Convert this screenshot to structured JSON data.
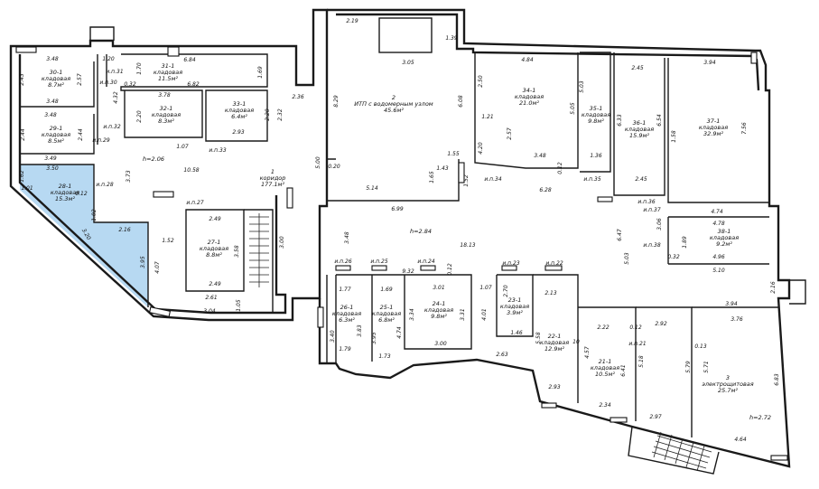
{
  "colors": {
    "highlight": "#b7d9f2",
    "wall": "#1a1a1a"
  },
  "rooms": [
    {
      "id": "30-1",
      "lines": [
        "30-1",
        "кладовая",
        "8.7м²"
      ]
    },
    {
      "id": "29-1",
      "lines": [
        "29-1",
        "кладовая",
        "8.5м²"
      ]
    },
    {
      "id": "28-1",
      "lines": [
        "28-1",
        "кладовая",
        "15.3м²"
      ]
    },
    {
      "id": "31-1",
      "lines": [
        "31-1",
        "кладовая",
        "11.5м²"
      ]
    },
    {
      "id": "32-1",
      "lines": [
        "32-1",
        "кладовая",
        "8.3м²"
      ]
    },
    {
      "id": "33-1",
      "lines": [
        "33-1",
        "кладовая",
        "6.4м²"
      ]
    },
    {
      "id": "2",
      "lines": [
        "2",
        "ИТП с водомерным узлом",
        "45.6м²"
      ]
    },
    {
      "id": "1",
      "lines": [
        "1",
        "коридор",
        "177.1м²"
      ]
    },
    {
      "id": "27-1",
      "lines": [
        "27-1",
        "кладовая",
        "8.8м²"
      ]
    },
    {
      "id": "34-1",
      "lines": [
        "34-1",
        "кладовая",
        "21.0м²"
      ]
    },
    {
      "id": "35-1",
      "lines": [
        "35-1",
        "кладовая",
        "9.8м²"
      ]
    },
    {
      "id": "36-1",
      "lines": [
        "36-1",
        "кладовая",
        "15.9м²"
      ]
    },
    {
      "id": "37-1",
      "lines": [
        "37-1",
        "кладовая",
        "32.9м²"
      ]
    },
    {
      "id": "38-1",
      "lines": [
        "38-1",
        "кладовая",
        "9.2м²"
      ]
    },
    {
      "id": "26-1",
      "lines": [
        "26-1",
        "кладовая",
        "6.3м²"
      ]
    },
    {
      "id": "25-1",
      "lines": [
        "25-1",
        "кладовая",
        "6.8м²"
      ]
    },
    {
      "id": "24-1",
      "lines": [
        "24-1",
        "кладовая",
        "9.8м²"
      ]
    },
    {
      "id": "23-1",
      "lines": [
        "23-1",
        "кладовая",
        "3.9м²"
      ]
    },
    {
      "id": "22-1",
      "lines": [
        "22-1",
        "кладовая",
        "12.9м²"
      ]
    },
    {
      "id": "21-1",
      "lines": [
        "21-1",
        "кладовая",
        "10.5м²"
      ]
    },
    {
      "id": "3",
      "lines": [
        "3",
        "электрощитовая",
        "25.7м²"
      ]
    }
  ],
  "installations": [
    "и.п.31",
    "и.п.30",
    "и.п.32",
    "и.п.29",
    "и.п.28",
    "и.п.33",
    "и.п.27",
    "и.п.26",
    "и.п.25",
    "и.п.24",
    "и.п.23",
    "и.п.22",
    "и.п.21",
    "и.п.34",
    "и.п.35",
    "и.п.36",
    "и.п.37",
    "и.п.38"
  ],
  "heights": [
    "h=2.06",
    "h=2.84",
    "h=2.72"
  ],
  "dimensions": [
    "3.48",
    "2.43",
    "2.57",
    "3.48",
    "3.48",
    "2.44",
    "2.44",
    "3.50",
    "3.49",
    "1.62",
    "1.01",
    "1.20",
    "1.70",
    "0.32",
    "4.32",
    "6.84",
    "6.82",
    "1.69",
    "3.78",
    "2.20",
    "2.20",
    "2.32",
    "2.36",
    "2.93",
    "1.07",
    "10.58",
    "3.73",
    "0.12",
    "1.02",
    "2.16",
    "3.20",
    "3.95",
    "4.07",
    "1.52",
    "2.49",
    "3.58",
    "2.49",
    "2.61",
    "3.04",
    "1.05",
    "3.00",
    "2.19",
    "1.39",
    "3.05",
    "8.29",
    "6.08",
    "5.00",
    "0.20",
    "5.14",
    "1.55",
    "1.43",
    "1.65",
    "1.52",
    "6.99",
    "2.50",
    "1.21",
    "2.57",
    "4.20",
    "3.48",
    "0.12",
    "6.28",
    "4.84",
    "5.03",
    "5.05",
    "1.36",
    "2.45",
    "6.33",
    "6.54",
    "1.58",
    "3.94",
    "7.56",
    "2.45",
    "4.74",
    "4.78",
    "1.89",
    "4.96",
    "0.32",
    "5.10",
    "3.06",
    "6.47",
    "5.03",
    "3.48",
    "18.13",
    "1.77",
    "1.69",
    "9.32",
    "0.12",
    "3.01",
    "1.07",
    "2.70",
    "3.40",
    "3.83",
    "3.95",
    "4.74",
    "3.34",
    "3.31",
    "4.01",
    "1.46",
    "3.00",
    "1.73",
    "1.79",
    "2.63",
    "2.13",
    "5.58",
    "2.22",
    "0.12",
    "4.57",
    "6.41",
    "2.92",
    "5.18",
    "3.94",
    "3.76",
    "0.13",
    "5.79",
    "5.71",
    "6.83",
    "2.16",
    "2.93",
    "2.34",
    "2.97",
    "4.64",
    "10"
  ]
}
